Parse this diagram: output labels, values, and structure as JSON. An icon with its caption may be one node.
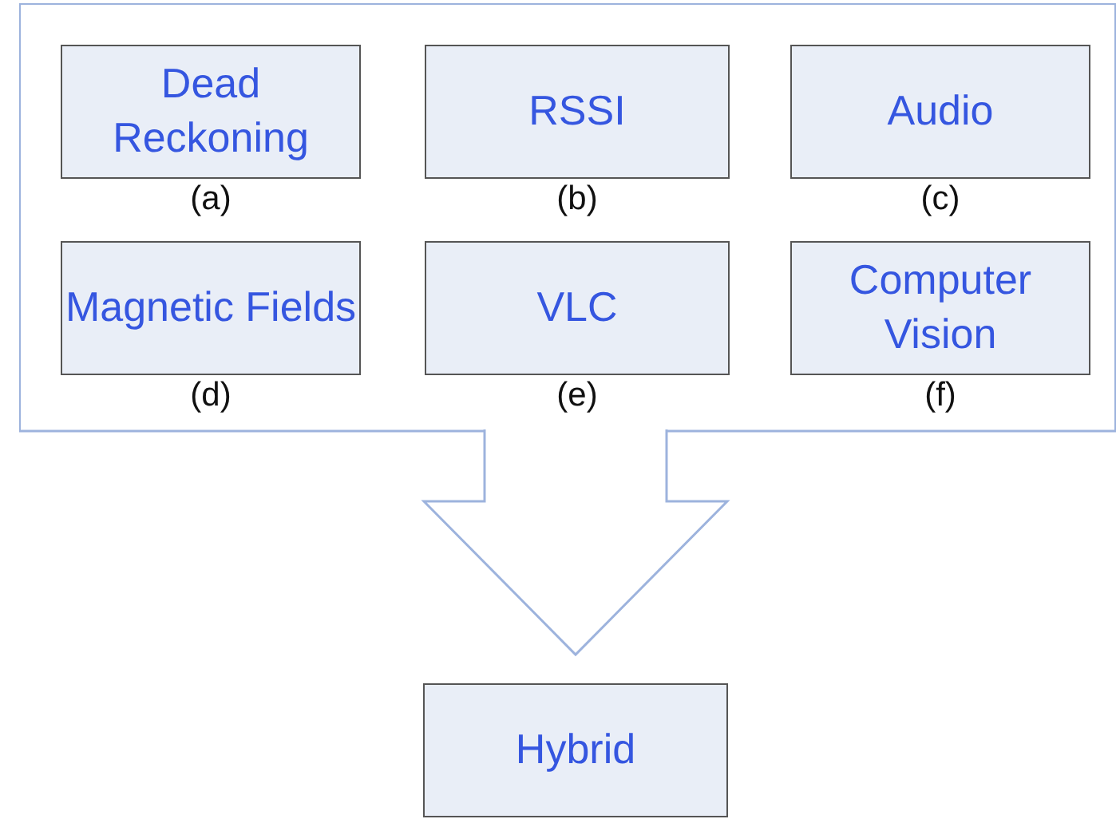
{
  "diagram": {
    "nodes": [
      {
        "text": [],
        "shape": "box"
      },
      {
        "text": [
          "Dead Reckoning"
        ],
        "in": 0,
        "beside": [
          "(a)"
        ]
      },
      {
        "text": [
          "RSSI"
        ],
        "in": 0,
        "beside": [
          "(b)"
        ]
      },
      {
        "text": [
          "Audio"
        ],
        "in": 0,
        "beside": [
          "(c)"
        ]
      },
      {
        "text": [
          "Magnetic Fields"
        ],
        "in": 0,
        "beside": [
          "(d)"
        ]
      },
      {
        "text": [
          "VLC"
        ],
        "in": 0,
        "beside": [
          "(e)"
        ]
      },
      {
        "text": [
          "Computer Vision"
        ],
        "in": 0,
        "beside": [
          "(f)"
        ]
      },
      {
        "text": [
          "Hybrid"
        ]
      }
    ],
    "edges": [
      {
        "from": 0,
        "to": 7,
        "arrow": "to",
        "style": "thick"
      }
    ]
  }
}
